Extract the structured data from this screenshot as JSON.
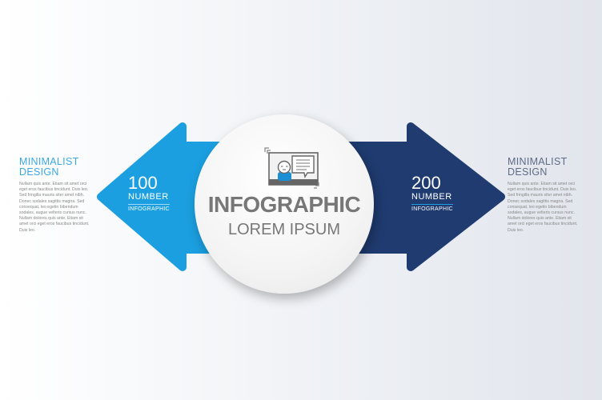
{
  "left": {
    "heading": "MINIMALIST DESIGN",
    "body": "Nullam quis ante. Etiam sit amet orci eget eros faucibus tincidunt. Duis leo. Sed fringilla mauris siter amet nibh. Donec sodales sagittis magna. Sed consequat, leo egetin bibendum sodales, augue velteris cursus nunc. Nullam dolores quis ante. Etiam sit amet orci eget eros faucibus tincidunt. Duis leo.",
    "number": "100",
    "label": "NUMBER",
    "sublabel": "INFOGRAPHIC",
    "color": "#1b9fe0"
  },
  "right": {
    "heading": "MINIMALIST DESIGN",
    "body": "Nullam quis ante. Etiam sit amet orci eget eros faucibus tincidunt. Duis leo. Sed fringilla mauris siter amet nibh. Donec sodales sagittis magna. Sed consequat, leo egetin bibendum sodales, augue velteris cursus nunc. Nullam dolores quis ante. Etiam sit amet orci eget eros faucibus tincidunt. Duis leo.",
    "number": "200",
    "label": "NUMBER",
    "sublabel": "INFOGRAPHIC",
    "color": "#1f3b70"
  },
  "center": {
    "title": "INFOGRAPHIC",
    "subtitle": "LOREM IPSUM",
    "icon": "video-chat-icon"
  }
}
